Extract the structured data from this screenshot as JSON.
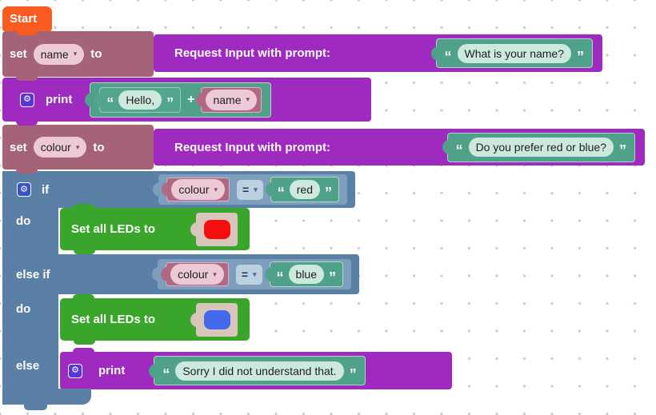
{
  "palette": {
    "start_orange": "#f95b20",
    "variable_statement": "#a56377",
    "variable_block": "#b06883",
    "variable_field": "#ecc9d7",
    "procedure_purple": "#9e2ac0",
    "string_teal": "#50a189",
    "string_field": "#cde9dd",
    "logic_blue": "#5b80a5",
    "logic_compare": "#7d9ebd",
    "logic_field": "#bdd0e0",
    "green": "#3aa52b",
    "led_holder": "#d9c6ba"
  },
  "glyphs": {
    "quote_open": "“",
    "quote_close": "”",
    "dropdown": "▾",
    "gear": "⚙"
  },
  "start": {
    "label": "Start"
  },
  "set_name": {
    "keyword": "set",
    "variable": "name",
    "to": "to"
  },
  "request_name": {
    "label": "Request Input with prompt:",
    "prompt": "What is your name?"
  },
  "print_hello": {
    "label": "print",
    "text": "Hello,",
    "operator": "+",
    "variable": "name"
  },
  "set_colour": {
    "keyword": "set",
    "variable": "colour",
    "to": "to"
  },
  "request_colour": {
    "label": "Request Input with prompt:",
    "prompt": "Do you prefer red or blue?"
  },
  "if_block": {
    "if_label": "if",
    "do_label": "do",
    "else_if_label": "else if",
    "do2_label": "do",
    "else_label": "else",
    "cond_red": {
      "variable": "colour",
      "operator": "=",
      "value": "red"
    },
    "cond_blue": {
      "variable": "colour",
      "operator": "=",
      "value": "blue"
    },
    "led_red": {
      "label": "Set all LEDs to",
      "color": "#f50f0f"
    },
    "led_blue": {
      "label": "Set all LEDs to",
      "color": "#4269eb"
    },
    "else_print": {
      "label": "print",
      "text": "Sorry I did not understand that."
    }
  }
}
